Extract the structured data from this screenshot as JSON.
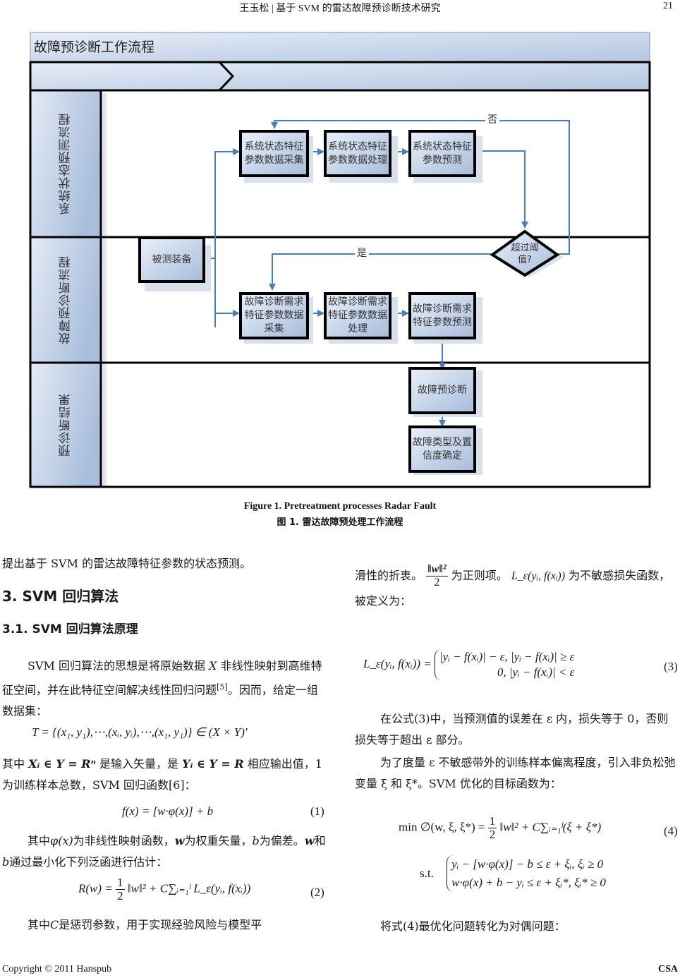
{
  "header": {
    "running_title": "王玉松 | 基于 SVM 的雷达故障预诊断技术研究",
    "page_number": "21"
  },
  "diagram": {
    "title": "故障预诊断工作流程",
    "lanes": [
      {
        "label": "系统状态预测流程"
      },
      {
        "label": "故障预诊断流程"
      },
      {
        "label": "预诊断结果"
      }
    ],
    "nodes": {
      "sys_collect": "系统状态特征参数数据采集",
      "sys_process": "系统状态特征参数数据处理",
      "sys_predict": "系统状态特征参数预测",
      "threshold": "超过阈值?",
      "equipment": "被测装备",
      "diag_collect": "故障诊断需求特征参数数据采集",
      "diag_process": "故障诊断需求特征参数数据处理",
      "diag_predict": "故障诊断需求特征参数预测",
      "prediagnosis": "故障预诊断",
      "fault_type": "故障类型及置信度确定"
    },
    "edge_labels": {
      "no": "否",
      "yes": "是"
    },
    "colors": {
      "arrow": "#4a7ebb",
      "box_fill_light": "#e4ecf7",
      "box_fill_dark": "#aabfdc",
      "border": "#000000"
    }
  },
  "caption": {
    "en": "Figure 1. Pretreatment processes Radar Fault",
    "zh": "图 1. 雷达故障预处理工作流程"
  },
  "left_column": {
    "p0": "提出基于 SVM 的雷达故障特征参数的状态预测。",
    "h_section": "3. SVM 回归算法",
    "h_subsection": "3.1. SVM 回归算法原理",
    "p1_a": "SVM 回归算法的思想是将原始数据",
    "p1_var": "X",
    "p1_b": "非线性映射到高维特征空间，并在此特征空间解决线性回归问题",
    "p1_ref": "[5]",
    "p1_c": "。因而，给定一组数据集：",
    "eq_T": "T = {(x₁, y₁),⋯,(xᵢ, yᵢ),⋯,(x₁, y₁)} ∈ (X × Y)′",
    "p2_a": "其中",
    "p2_x": "Xᵢ ∈ Y = Rⁿ",
    "p2_b": "是输入矢量，是",
    "p2_y": "Yᵢ ∈ Y = R",
    "p2_c": "相应输出值，1 为训练样本总数，SVM 回归函数[6]：",
    "eq1": "f(x) = [w·φ(x)] + b",
    "eq1_num": "(1)",
    "p3_a": "其中",
    "p3_phi": "φ(x)",
    "p3_b": "为非线性映射函数，",
    "p3_w": "w",
    "p3_c": "为权重矢量，",
    "p3_bvar": "b",
    "p3_d": "为偏差。",
    "p3_w2": "w",
    "p3_e": "和",
    "p3_b2": "b",
    "p3_f": "通过最小化下列泛函进行估计：",
    "eq2_left": "R(w) =",
    "eq2_frac_num": "1",
    "eq2_frac_den": "2",
    "eq2_right": "‖w‖² + C∑ᵢ₌₁ˡ L_ε(yᵢ, f(xᵢ))",
    "eq2_num": "(2)",
    "p4_a": "其中",
    "p4_c": "C",
    "p4_b": "是惩罚参数，用于实现经验风险与模型平"
  },
  "right_column": {
    "p5_a": "滑性的折衷。",
    "p5_frac_num": "‖w‖²",
    "p5_frac_den": "2",
    "p5_b": "为正则项。",
    "p5_L": "L_ε(yᵢ, f(xᵢ))",
    "p5_c": "为不敏感损失函数，被定义为：",
    "eq3_left": "L_ε(yᵢ, f(xᵢ)) =",
    "eq3_case1": "|yᵢ − f(xᵢ)| − ε,   |yᵢ − f(xᵢ)| ≥ ε",
    "eq3_case2": "0,   |yᵢ − f(xᵢ)| < ε",
    "eq3_num": "(3)",
    "p6": "在公式(3)中，当预测值的误差在 ε 内，损失等于 0，否则损失等于超出 ε 部分。",
    "p7": "为了度量 ε 不敏感带外的训练样本偏离程度，引入非负松弛变量 ξ 和 ξ*。SVM 优化的目标函数为：",
    "eq4_left": "min ∅(w, ξ, ξ*) =",
    "eq4_frac_num": "1",
    "eq4_frac_den": "2",
    "eq4_right": "‖w‖² + C∑ᵢ₌₁ˡ(ξ + ξ*)",
    "eq4_num": "(4)",
    "st_label": "s.t.",
    "st_case1": "yᵢ − [w·φ(x)] − b ≤ ε + ξᵢ, ξᵢ ≥ 0",
    "st_case2": "w·φ(x) + b − yᵢ ≤ ε + ξᵢ*, ξᵢ* ≥ 0",
    "p8": "将式(4)最优化问题转化为对偶问题："
  },
  "footer": {
    "copyright": "Copyright © 2011 Hanspub",
    "journal": "CSA"
  }
}
